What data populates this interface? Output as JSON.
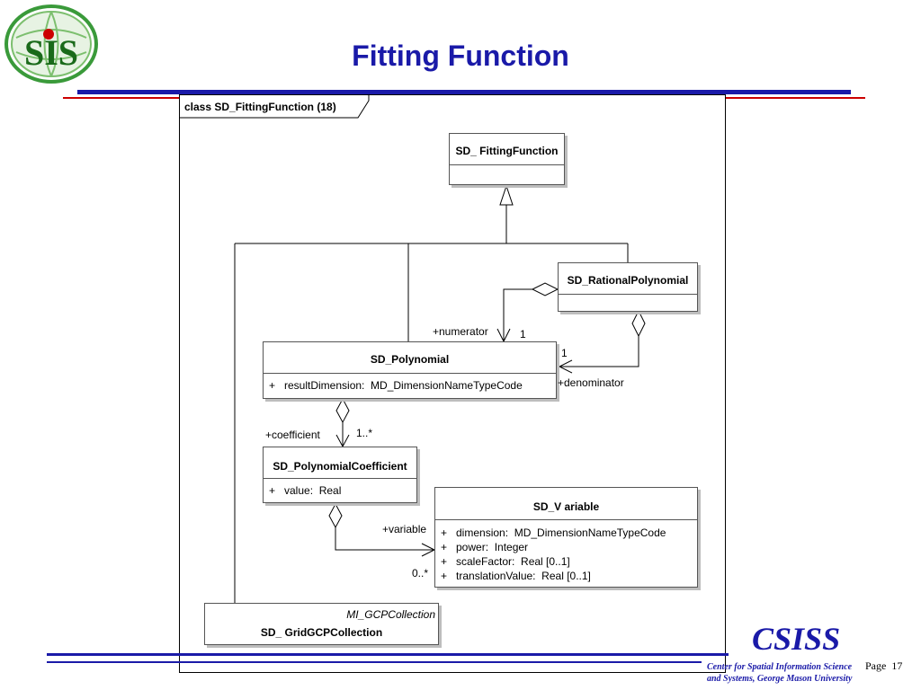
{
  "slide": {
    "title": "Fitting Function",
    "page_label": "Page",
    "page_number": "17"
  },
  "branding": {
    "logo_letters": "SIS",
    "org_short": "CSISS",
    "org_line1": "Center for Spatial Information Science",
    "org_line2": "and Systems, George Mason University",
    "colors": {
      "blue": "#1a1aa8",
      "red": "#cc0000",
      "green": "#3a9a3a"
    }
  },
  "diagram": {
    "frame_label": "class SD_FittingFunction (18)",
    "classes": {
      "fitting_function": {
        "name": "SD_ FittingFunction"
      },
      "rational_polynomial": {
        "name": "SD_RationalPolynomial"
      },
      "polynomial": {
        "name": "SD_Polynomial",
        "attributes": [
          "+   resultDimension:  MD_DimensionNameTypeCode"
        ]
      },
      "polynomial_coefficient": {
        "name": "SD_PolynomialCoefficient",
        "attributes": [
          "+   value:  Real"
        ]
      },
      "variable": {
        "name": "SD_V ariable",
        "attributes": [
          "+   dimension:  MD_DimensionNameTypeCode",
          "+   power:  Integer",
          "+   scaleFactor:  Real [0..1]",
          "+   translationValue:  Real [0..1]"
        ]
      },
      "grid_gcp": {
        "stereotype": "MI_GCPCollection",
        "name": "SD_ GridGCPCollection"
      }
    },
    "roles": {
      "numerator": "+numerator",
      "numerator_mult": "1",
      "denominator": "+denominator",
      "denominator_mult": "1",
      "coefficient": "+coefficient",
      "coefficient_mult": "1..*",
      "variable": "+variable",
      "variable_mult": "0..*"
    }
  }
}
